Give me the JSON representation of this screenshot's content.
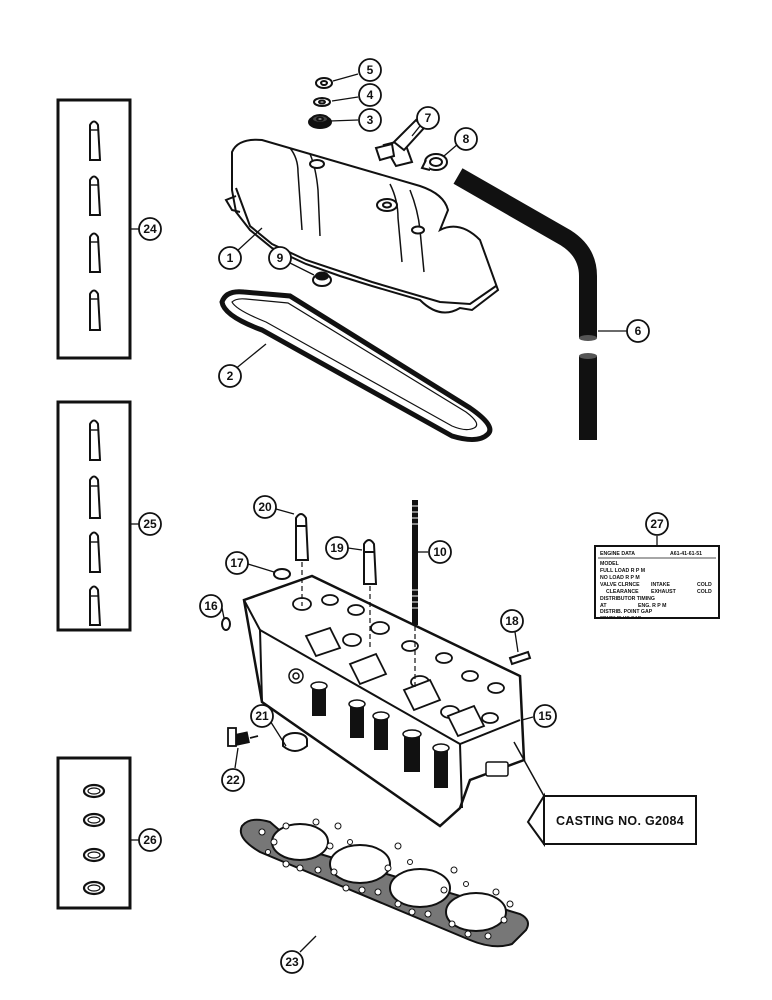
{
  "callouts": {
    "c1": "1",
    "c2": "2",
    "c3": "3",
    "c4": "4",
    "c5": "5",
    "c6": "6",
    "c7": "7",
    "c8": "8",
    "c9": "9",
    "c10": "10",
    "c15": "15",
    "c16": "16",
    "c17": "17",
    "c18": "18",
    "c19": "19",
    "c20": "20",
    "c21": "21",
    "c22": "22",
    "c23": "23",
    "c24": "24",
    "c25": "25",
    "c26": "26",
    "c27": "27"
  },
  "casting_label": "CASTING NO. G2084",
  "engine_data_plate": {
    "title": "ENGINE DATA",
    "code": "A61-41-61-51",
    "model": "MODEL",
    "full_load": "FULL LOAD R P M",
    "no_load": "NO LOAD R P M",
    "valve_clear": "VALVE CLRNCE",
    "intake": "INTAKE",
    "cold1": "COLD",
    "clearance": "CLEARANCE",
    "exhaust": "EXHAUST",
    "cold2": "COLD",
    "distributor": "DISTRIBUTOR TIMING",
    "at": "AT",
    "rpm": "ENG. R P M",
    "dist_point": "DISTRIB. POINT GAP",
    "spark_plug": "SPARK PLUG GAP"
  }
}
